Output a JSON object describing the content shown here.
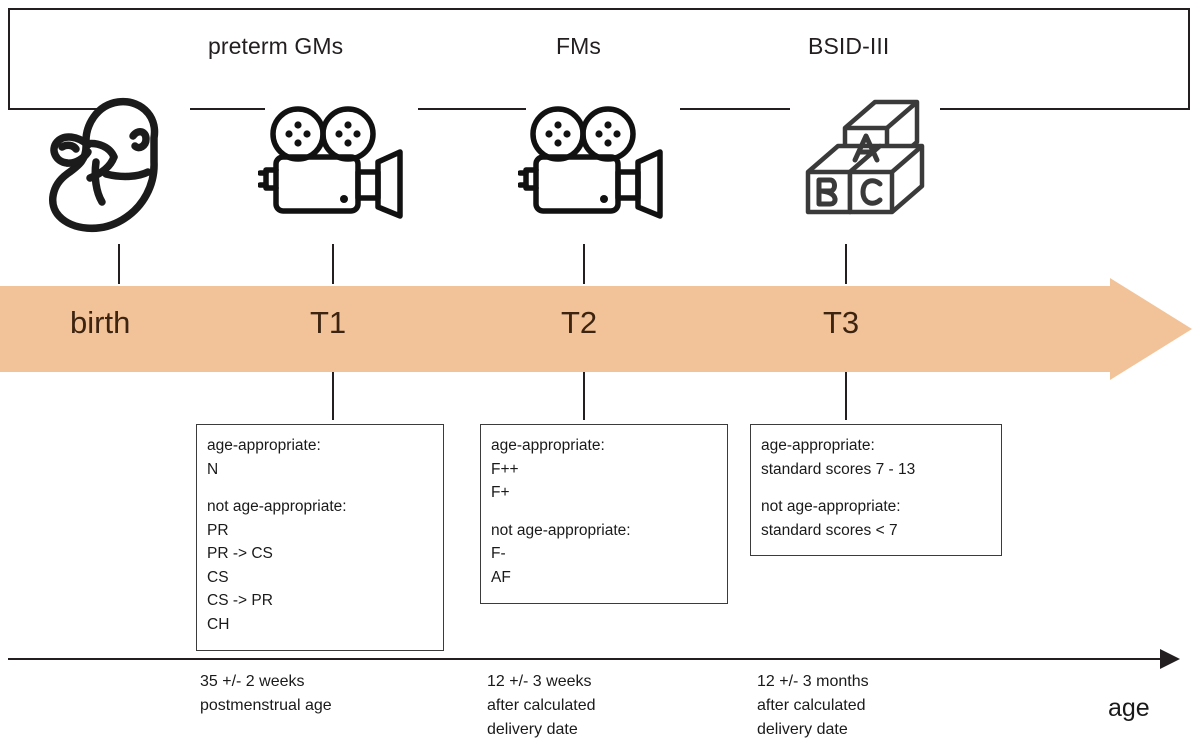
{
  "figure": {
    "title": "Study timeline of preterm infant assessments",
    "band_color": "#F2C399",
    "band_text_color": "#3d2411",
    "line_color": "#231f20"
  },
  "phases": [
    {
      "label": "preterm GMs",
      "name": "phase-preterm-gms"
    },
    {
      "label": "FMs",
      "name": "phase-fms"
    },
    {
      "label": "BSID-III",
      "name": "phase-bsid-iii"
    }
  ],
  "icons": [
    {
      "semantic": "fetus-icon",
      "alt": "curled fetus line drawing"
    },
    {
      "semantic": "movie-camera-icon",
      "alt": "movie camera with two reels"
    },
    {
      "semantic": "movie-camera-icon",
      "alt": "movie camera with two reels"
    },
    {
      "semantic": "abc-blocks-icon",
      "alt": "stacked alphabet blocks A B C"
    }
  ],
  "timepoints": [
    {
      "label": "birth",
      "name": "timepoint-birth"
    },
    {
      "label": "T1",
      "name": "timepoint-t1"
    },
    {
      "label": "T2",
      "name": "timepoint-t2"
    },
    {
      "label": "T3",
      "name": "timepoint-t3"
    }
  ],
  "detail_boxes": [
    {
      "name": "detail-box-t1",
      "appropriate_header": "age-appropriate:",
      "appropriate_items": [
        "N"
      ],
      "not_appropriate_header": "not age-appropriate:",
      "not_appropriate_items": [
        "PR",
        "PR -> CS",
        "CS",
        "CS -> PR",
        "CH"
      ]
    },
    {
      "name": "detail-box-t2",
      "appropriate_header": "age-appropriate:",
      "appropriate_items": [
        "F++",
        "F+"
      ],
      "not_appropriate_header": "not age-appropriate:",
      "not_appropriate_items": [
        "F-",
        "AF"
      ]
    },
    {
      "name": "detail-box-t3",
      "appropriate_header": "age-appropriate:",
      "appropriate_items": [
        "standard scores 7 - 13"
      ],
      "not_appropriate_header": "not age-appropriate:",
      "not_appropriate_items": [
        "standard scores < 7"
      ]
    }
  ],
  "axis": {
    "end_label": "age",
    "notes": [
      {
        "name": "axis-note-t1",
        "lines": [
          "35 +/- 2 weeks",
          "postmenstrual age"
        ]
      },
      {
        "name": "axis-note-t2",
        "lines": [
          "12 +/- 3 weeks",
          "after calculated",
          "delivery date"
        ]
      },
      {
        "name": "axis-note-t3",
        "lines": [
          "12 +/- 3 months",
          "after calculated",
          "delivery date"
        ]
      }
    ]
  },
  "chart_data": {
    "type": "table",
    "title": "Assessment timeline",
    "categories": [
      "birth",
      "T1",
      "T2",
      "T3"
    ],
    "x": [
      118,
      322,
      583,
      845
    ],
    "assessments": [
      "",
      "preterm GMs",
      "FMs",
      "BSID-III"
    ],
    "timing": [
      "",
      "35 +/- 2 weeks postmenstrual age",
      "12 +/- 3 weeks after calculated delivery date",
      "12 +/- 3 months after calculated delivery date"
    ],
    "xlabel": "age",
    "grid": false
  }
}
